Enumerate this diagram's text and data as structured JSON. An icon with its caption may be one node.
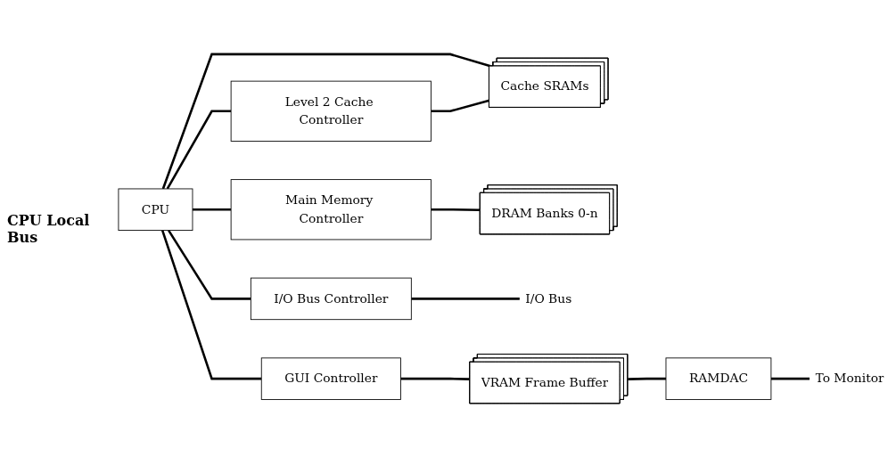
{
  "diagram": {
    "nodes": [
      {
        "text": [
          "CPU"
        ]
      },
      {
        "text": [
          "Level 2 Cache Controller"
        ]
      },
      {
        "text": [
          "Cache SRAMs"
        ]
      },
      {
        "text": [
          "Main Memory Controller"
        ]
      },
      {
        "text": [
          "DRAM Banks 0-n"
        ]
      },
      {
        "text": [
          "I/O Bus Controller"
        ]
      },
      {
        "text": [
          "I/O Bus"
        ]
      },
      {
        "text": [
          "GUI Controller"
        ]
      },
      {
        "text": [
          "VRAM Frame Buffer"
        ]
      },
      {
        "text": [
          "RAMDAC"
        ]
      },
      {
        "text": [
          "To Monitor"
        ]
      }
    ],
    "edges": [
      {
        "from": 0,
        "to": 1,
        "arrow": "none"
      },
      {
        "from": 0,
        "to": 2,
        "arrow": "none"
      },
      {
        "from": 1,
        "to": 2,
        "arrow": "none"
      },
      {
        "from": 0,
        "to": 3,
        "arrow": "none"
      },
      {
        "from": 3,
        "to": 4,
        "arrow": "none"
      },
      {
        "from": 0,
        "to": 5,
        "arrow": "none"
      },
      {
        "from": 5,
        "to": 6,
        "arrow": "none"
      },
      {
        "from": 0,
        "to": 7,
        "arrow": "none"
      },
      {
        "from": 7,
        "to": 8,
        "arrow": "none"
      },
      {
        "from": 8,
        "to": 9,
        "arrow": "none"
      },
      {
        "from": 9,
        "to": 10,
        "arrow": "none"
      }
    ],
    "labels": [
      "CPU Local Bus"
    ]
  }
}
